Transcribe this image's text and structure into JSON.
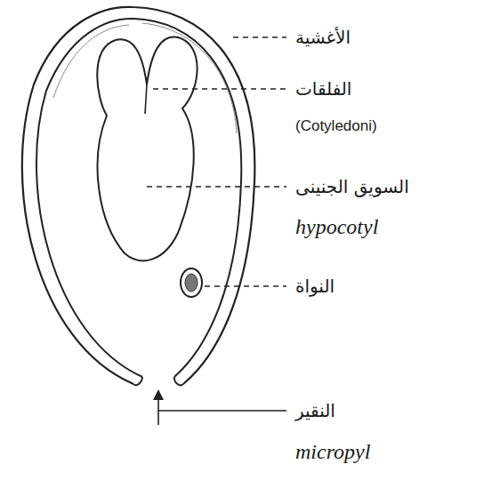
{
  "diagram": {
    "labels": [
      "الأغشية",
      "الفلقات",
      "(Cotyledoni)",
      "السويق الجنينى",
      "hypocotyl",
      "النواة",
      "النقير",
      "micropyl"
    ]
  }
}
